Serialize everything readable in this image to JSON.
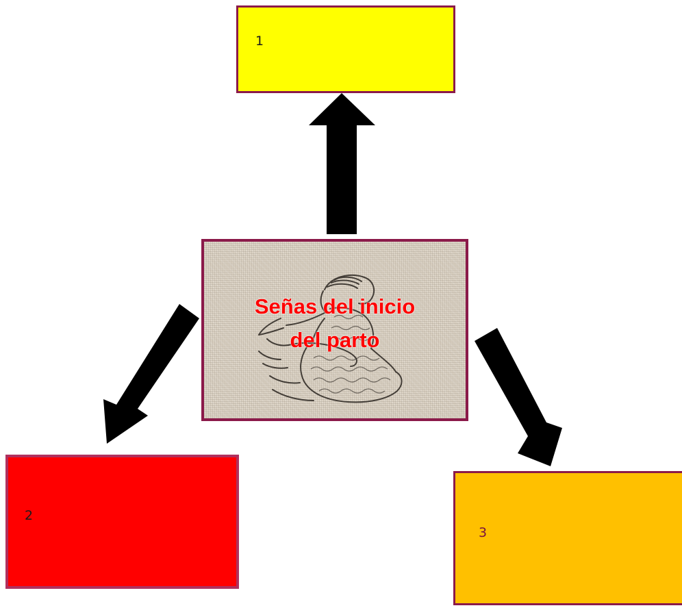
{
  "diagram": {
    "center": {
      "title": "Señas del inicio\ndel parto",
      "title_color": "#ff0000",
      "border_color": "#8b1a4a",
      "illustration": "woman-holding-belly-sketch"
    },
    "boxes": [
      {
        "label": "1",
        "fill": "#ffff00",
        "border": "#8b1a4a",
        "text_color": "#1a1a1a"
      },
      {
        "label": "2",
        "fill": "#ff0000",
        "border": "#b0305e",
        "text_color": "#1a1a1a"
      },
      {
        "label": "3",
        "fill": "#ffc000",
        "border": "#8b1a4a",
        "text_color": "#7a1040"
      }
    ],
    "arrow_color": "#000000"
  }
}
